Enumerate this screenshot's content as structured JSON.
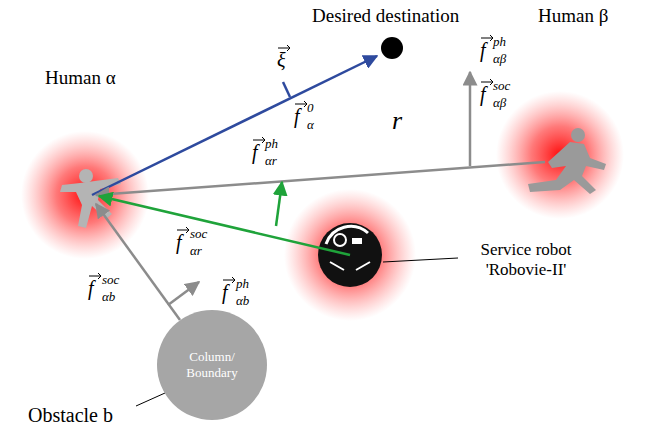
{
  "diagram": {
    "nodes": [
      {
        "text": [
          "Column/ Boundary"
        ]
      }
    ],
    "labels": [
      "Desired destination",
      "Human β",
      "ξ",
      "f",
      "0",
      "α",
      "f",
      "ph",
      "αβ",
      "f",
      "soc",
      "αβ",
      "Human α",
      "f",
      "ph",
      "αr",
      "r",
      "f",
      "soc",
      "αr",
      "Service robot 'Robovie-II'",
      "f",
      "soc",
      "αb",
      "f",
      "ph",
      "αb",
      "Obstacle b"
    ]
  }
}
